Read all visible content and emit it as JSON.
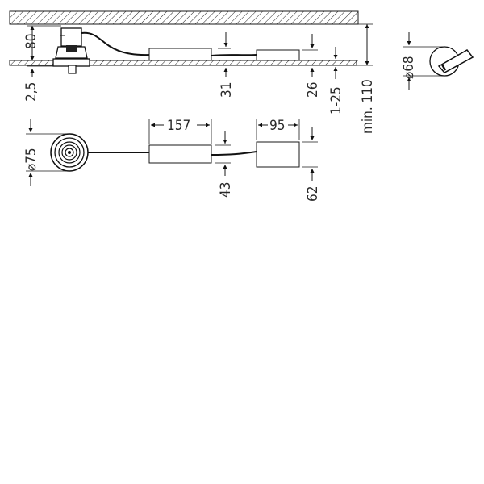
{
  "drawing": {
    "side_view": {
      "height_label": "80",
      "flange_label": "2,5",
      "driver_height_label": "31",
      "box_height_label": "26",
      "ceiling_thickness_label": "1-25",
      "install_depth_label": "min. 110"
    },
    "cutout": {
      "diameter_label": "⌀68"
    },
    "top_view": {
      "diameter_label": "⌀75",
      "driver_length_label": "157",
      "driver_width_label": "43",
      "box_length_label": "95",
      "box_width_label": "62"
    }
  }
}
